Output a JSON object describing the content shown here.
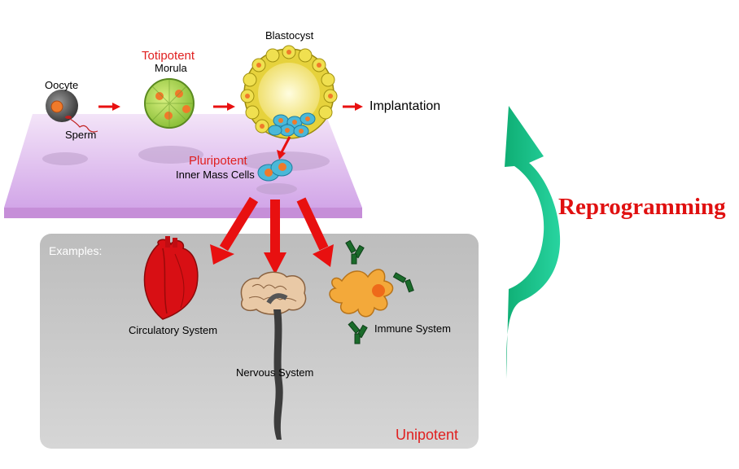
{
  "labels": {
    "oocyte": "Oocyte",
    "sperm": "Sperm",
    "totipotent": "Totipotent",
    "morula": "Morula",
    "blastocyst": "Blastocyst",
    "implantation": "Implantation",
    "pluripotent": "Pluripotent",
    "inner_mass": "Inner Mass Cells",
    "examples": "Examples:",
    "circulatory": "Circulatory System",
    "nervous": "Nervous System",
    "immune": "Immune System",
    "unipotent": "Unipotent",
    "reprogramming": "Reprogramming"
  },
  "colors": {
    "potency_text": "#e02020",
    "reprogramming_text": "#e01010",
    "reprogramming_arrow": "#1ec98f",
    "flow_arrow": "#e81010",
    "plane": "#dcb4ec",
    "panel": "#c6c6c6"
  }
}
